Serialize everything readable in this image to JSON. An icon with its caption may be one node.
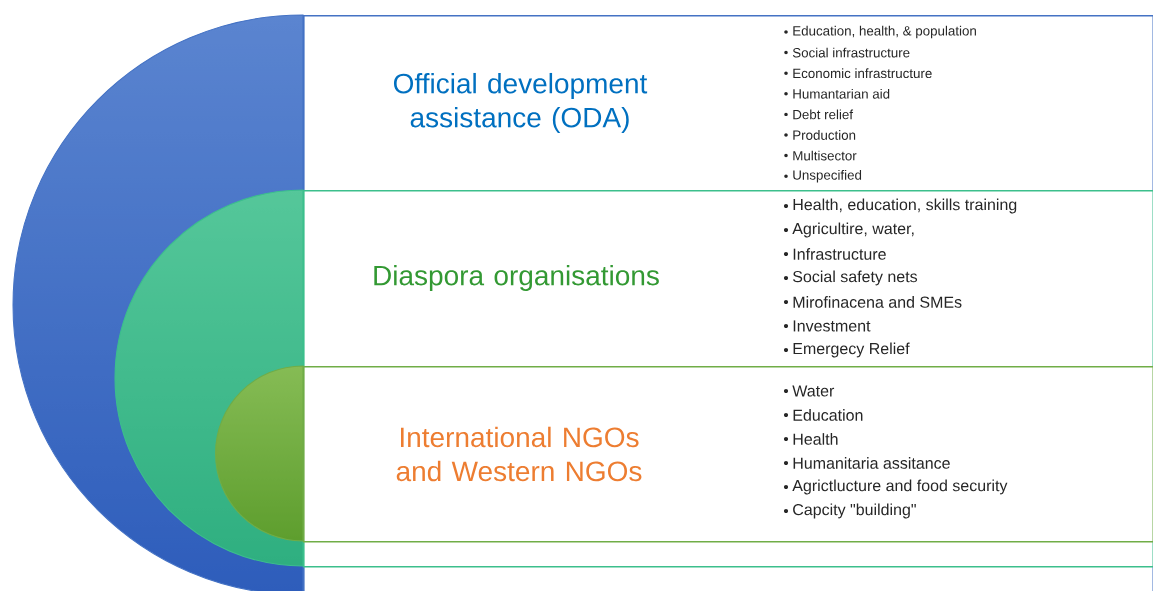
{
  "diagram": {
    "nodes": [
      {
        "text": [
          "Official development assistance (ODA)",
          "Education, health, & population",
          "Social infrastructure",
          "Economic infrastructure",
          "Humantarian aid",
          "Debt relief",
          "Production",
          "Multisector",
          "Unspecified"
        ]
      },
      {
        "text": [
          "Diaspora organisations",
          "Health, education, skills training",
          "Agricultire, water,",
          "Infrastructure",
          "Social safety nets",
          "Mirofinacena  and SMEs",
          "Investment",
          "Emergecy Relief"
        ],
        "in": 0
      },
      {
        "text": [
          "International NGOs and Western NGOs",
          "Water",
          "Education",
          "Health",
          "Humanitaria assitance",
          "Agrictlucture and food security",
          "Capcity \"building\""
        ],
        "in": 1
      }
    ]
  }
}
